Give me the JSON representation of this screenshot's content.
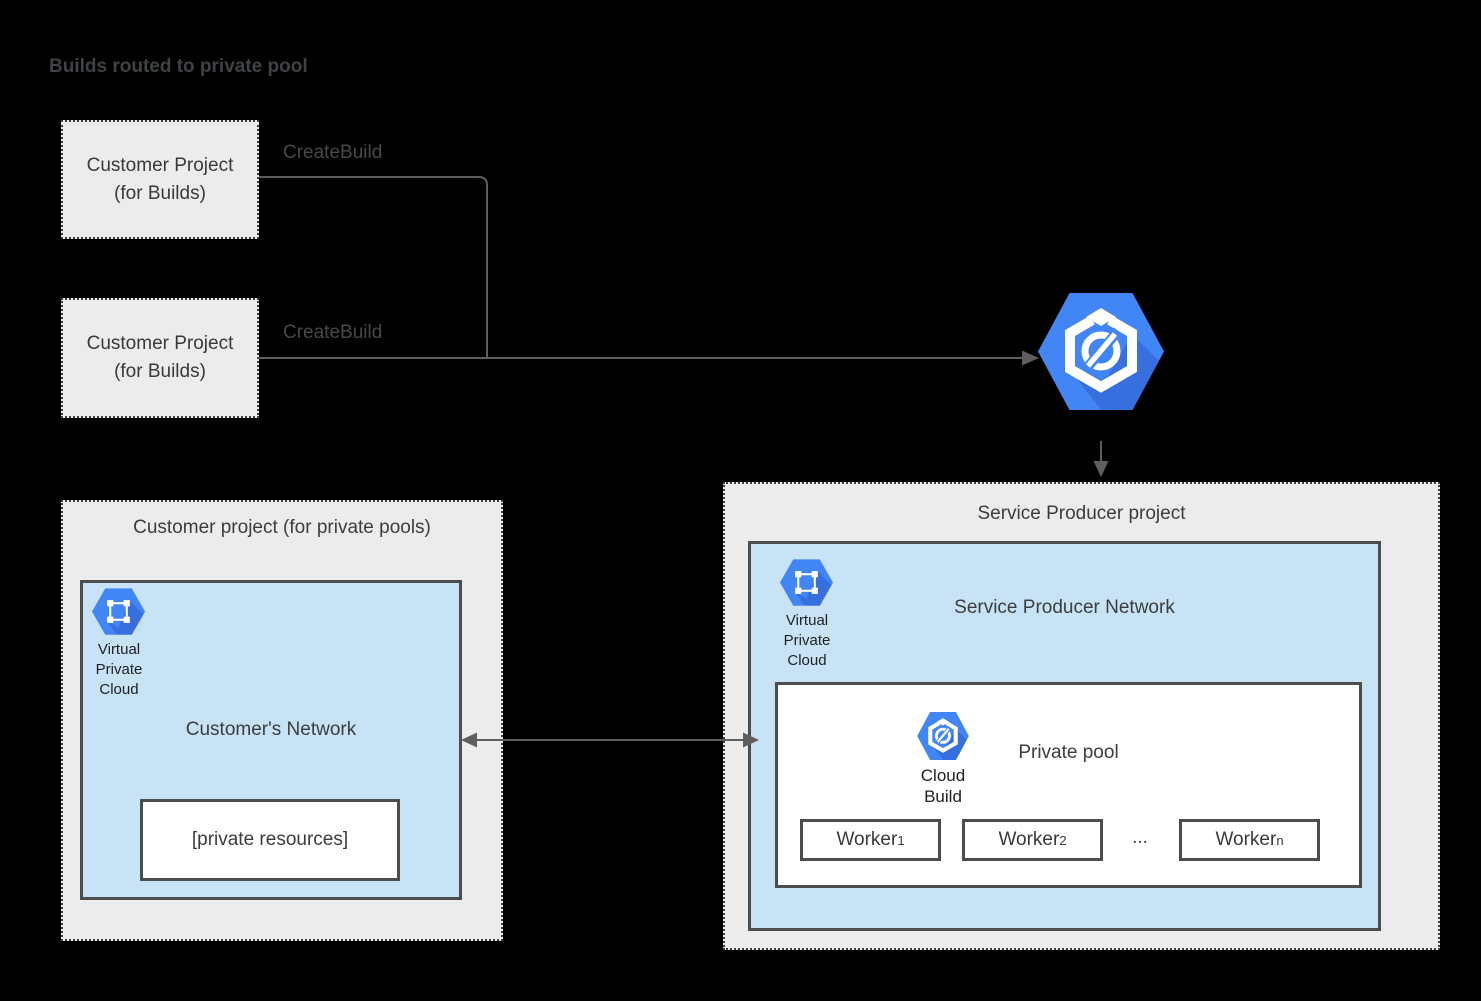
{
  "title": "Builds routed to private pool",
  "labels": {
    "create_build_1": "CreateBuild",
    "create_build_2": "CreateBuild"
  },
  "build_projects": [
    {
      "label": "Customer Project\n(for Builds)"
    },
    {
      "label": "Customer Project\n(for Builds)"
    }
  ],
  "customer_pools_project": {
    "title": "Customer project (for private pools)",
    "network": {
      "title": "Customer's Network",
      "vpc_icon_label": "Virtual\nPrivate\nCloud",
      "private_resources_label": "[private resources]"
    }
  },
  "service_producer_project": {
    "title": "Service Producer project",
    "network": {
      "title": "Service Producer Network",
      "vpc_icon_label": "Virtual\nPrivate\nCloud",
      "private_pool": {
        "title": "Private pool",
        "cloud_build_icon_label": "Cloud\nBuild",
        "workers": [
          {
            "name": "Worker",
            "sub": "1"
          },
          {
            "name": "Worker",
            "sub": "2"
          },
          {
            "name": "Worker",
            "sub": "n"
          }
        ],
        "ellipsis": "..."
      }
    }
  },
  "icons": {
    "cloud_build": "cloud-build-icon",
    "virtual_private_cloud": "virtual-private-cloud-icon"
  },
  "colors": {
    "icon_blue": "#4285F4",
    "icon_blue_shadow": "#3770DE",
    "network_fill": "#C9E3F6",
    "project_fill": "#ECECEC",
    "solid_border": "#4D4D4D",
    "dotted_border": "#3E3E3E",
    "connector": "#5E5E5E",
    "text": "#3A3D40"
  }
}
